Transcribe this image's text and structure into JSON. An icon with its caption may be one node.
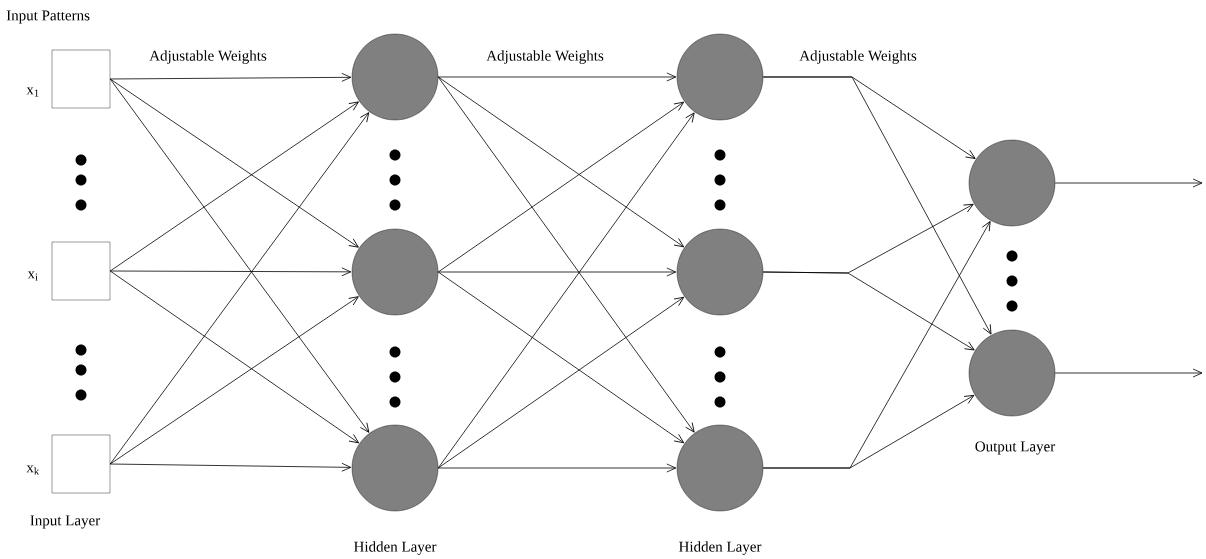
{
  "diagram": {
    "nodes": [
      {
        "text": [],
        "shape": "box",
        "beside": [
          "x$_{1}$"
        ]
      },
      {
        "text": [],
        "shape": "box",
        "beside": [
          "x$_{i}$"
        ]
      },
      {
        "text": [],
        "shape": "box",
        "beside": [
          "x$_{k}$"
        ]
      },
      {
        "text": [],
        "shape": "circle"
      },
      {
        "text": [],
        "shape": "circle"
      },
      {
        "text": [],
        "shape": "circle"
      },
      {
        "text": [],
        "shape": "circle"
      },
      {
        "text": [],
        "shape": "circle"
      },
      {
        "text": [],
        "shape": "circle"
      },
      {
        "text": [],
        "shape": "circle"
      },
      {
        "text": [],
        "shape": "circle"
      }
    ],
    "edges": [
      {
        "from": 0,
        "to": 3,
        "arrow": "to"
      },
      {
        "from": 0,
        "to": 4,
        "arrow": "to"
      },
      {
        "from": 0,
        "to": 5,
        "arrow": "to"
      },
      {
        "from": 1,
        "to": 3,
        "arrow": "to"
      },
      {
        "from": 1,
        "to": 4,
        "arrow": "to"
      },
      {
        "from": 1,
        "to": 5,
        "arrow": "to"
      },
      {
        "from": 2,
        "to": 3,
        "arrow": "to"
      },
      {
        "from": 2,
        "to": 4,
        "arrow": "to"
      },
      {
        "from": 2,
        "to": 5,
        "arrow": "to"
      },
      {
        "from": 3,
        "to": 6,
        "arrow": "to"
      },
      {
        "from": 3,
        "to": 7,
        "arrow": "to"
      },
      {
        "from": 3,
        "to": 8,
        "arrow": "to"
      },
      {
        "from": 4,
        "to": 6,
        "arrow": "to"
      },
      {
        "from": 4,
        "to": 7,
        "arrow": "to"
      },
      {
        "from": 4,
        "to": 8,
        "arrow": "to"
      },
      {
        "from": 5,
        "to": 6,
        "arrow": "to"
      },
      {
        "from": 5,
        "to": 7,
        "arrow": "to"
      },
      {
        "from": 5,
        "to": 8,
        "arrow": "to"
      },
      {
        "from": 6,
        "to": 9,
        "arrow": "to"
      },
      {
        "from": 6,
        "to": 10,
        "arrow": "to"
      },
      {
        "from": 7,
        "to": 9,
        "arrow": "to"
      },
      {
        "from": 7,
        "to": 10,
        "arrow": "to"
      },
      {
        "from": 8,
        "to": 9,
        "arrow": "to"
      },
      {
        "from": 8,
        "to": 10,
        "arrow": "to"
      },
      {
        "from": 9,
        "to": null,
        "arrow": "to"
      },
      {
        "from": 10,
        "to": null,
        "arrow": "to"
      }
    ],
    "labels": [
      "Input Patterns",
      "Adjustable Weights",
      "Adjustable Weights",
      "Adjustable Weights",
      "Input Layer",
      "Hidden Layer",
      "Hidden Layer",
      "Output Layer"
    ]
  }
}
